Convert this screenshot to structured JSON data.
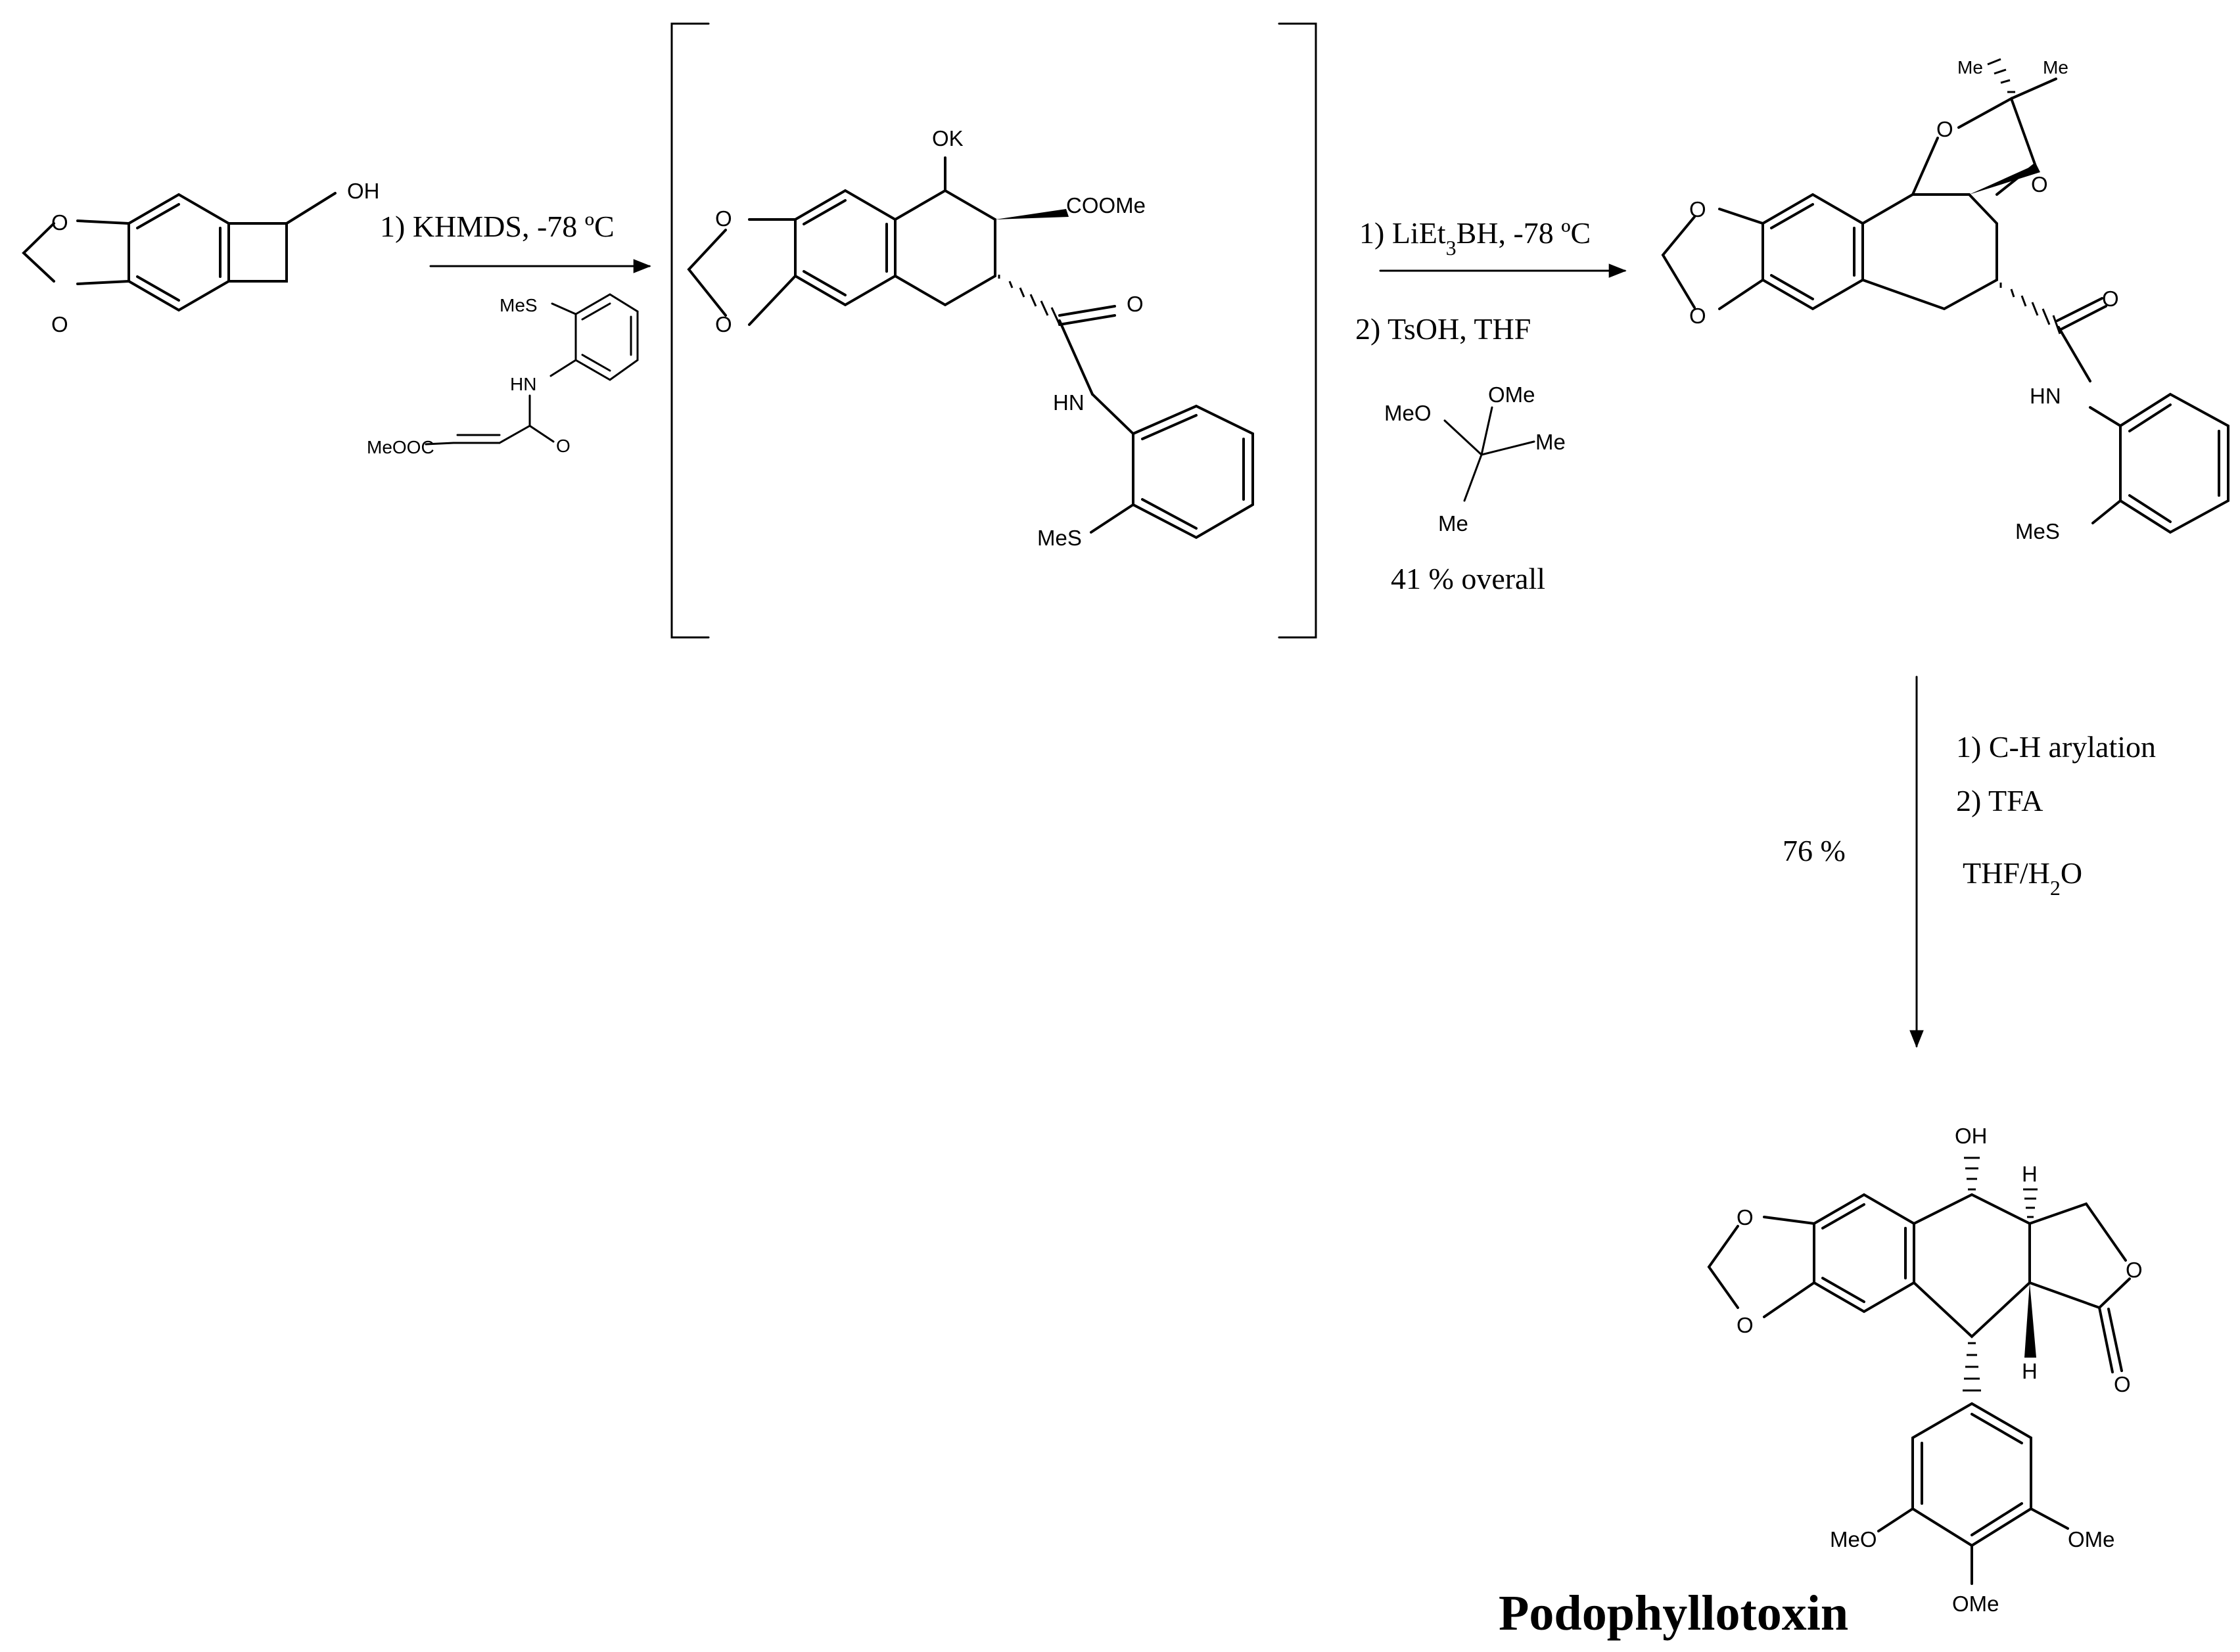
{
  "labels": {
    "oh": "OH",
    "ok": "OK",
    "coome": "COOMe",
    "o": "O",
    "hn": "HN",
    "mes": "MeS",
    "meooc": "MeOOC",
    "me": "Me",
    "meo": "MeO",
    "ome": "OMe",
    "h": "H"
  },
  "step1": {
    "reagent": "1) KHMDS, -78 ºC"
  },
  "step2": {
    "line1_prefix": "1) LiEt",
    "line1_sub": "3",
    "line1_suffix": "BH, -78 ºC",
    "line2": "2) TsOH, THF",
    "yield": "41 % overall"
  },
  "step3": {
    "line1": "1) C-H arylation",
    "line2": "2) TFA",
    "solvent_prefix": "THF/H",
    "solvent_sub": "2",
    "solvent_suffix": "O",
    "yield": "76 %"
  },
  "product": {
    "name": "Podophyllotoxin"
  }
}
